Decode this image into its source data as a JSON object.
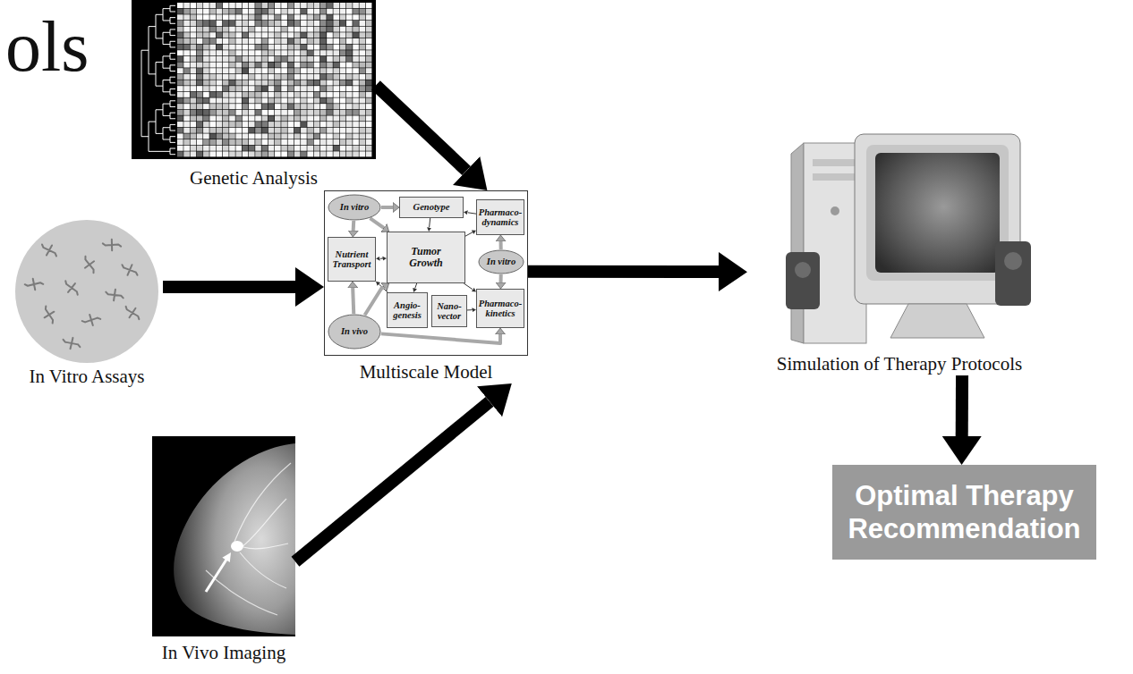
{
  "diagram": {
    "title": "ols",
    "nodes": [
      {
        "text": [
          "Genetic Analysis"
        ]
      },
      {
        "text": [
          "In Vitro Assays"
        ]
      },
      {
        "text": [
          "Multiscale Model"
        ]
      },
      {
        "text": [
          "In vitro"
        ],
        "in": 2
      },
      {
        "text": [
          "Genotype"
        ],
        "in": 2
      },
      {
        "text": [
          "Pharmaco- dynamics"
        ],
        "in": 2
      },
      {
        "text": [
          "Nutrient Transport"
        ],
        "in": 2
      },
      {
        "text": [
          "Tumor Growth"
        ],
        "in": 2
      },
      {
        "text": [
          "In vitro"
        ],
        "in": 2
      },
      {
        "text": [
          "Pharmaco- kinetics"
        ],
        "in": 2
      },
      {
        "text": [
          "Angio- genesis"
        ],
        "in": 2
      },
      {
        "text": [
          "Nano- vector"
        ],
        "in": 2
      },
      {
        "text": [
          "In vivo"
        ],
        "in": 2
      },
      {
        "text": [
          "In Vivo Imaging"
        ]
      },
      {
        "text": [
          "Simulation of Therapy Protocols"
        ]
      },
      {
        "text": [
          "Optimal Therapy Recommendation"
        ]
      }
    ],
    "edges": [
      {
        "from": 0,
        "to": 2,
        "arrow": "to"
      },
      {
        "from": 1,
        "to": 2,
        "arrow": "to"
      },
      {
        "from": 13,
        "to": 2,
        "arrow": "to"
      },
      {
        "from": 2,
        "to": 14,
        "arrow": "to"
      },
      {
        "from": 14,
        "to": 15,
        "arrow": "to"
      },
      {
        "from": 3,
        "to": 4,
        "arrow": "to"
      },
      {
        "from": 3,
        "to": 6,
        "arrow": "to"
      },
      {
        "from": 3,
        "to": 7,
        "arrow": "to"
      },
      {
        "from": 4,
        "to": 7,
        "arrow": "to"
      },
      {
        "from": 5,
        "to": 4,
        "arrow": "to"
      },
      {
        "from": 7,
        "to": 5,
        "arrow": "to"
      },
      {
        "from": 8,
        "to": 5,
        "arrow": "to"
      },
      {
        "from": 8,
        "to": 9,
        "arrow": "to"
      },
      {
        "from": 6,
        "to": 7,
        "arrow": "both"
      },
      {
        "from": 7,
        "to": 9,
        "arrow": "to"
      },
      {
        "from": 7,
        "to": 10,
        "arrow": "to"
      },
      {
        "from": 10,
        "to": 6,
        "arrow": "to"
      },
      {
        "from": 11,
        "to": 9,
        "arrow": "to"
      },
      {
        "from": 12,
        "to": 6,
        "arrow": "to"
      },
      {
        "from": 12,
        "to": 7,
        "arrow": "to"
      },
      {
        "from": 12,
        "to": 9,
        "arrow": "to"
      }
    ]
  }
}
